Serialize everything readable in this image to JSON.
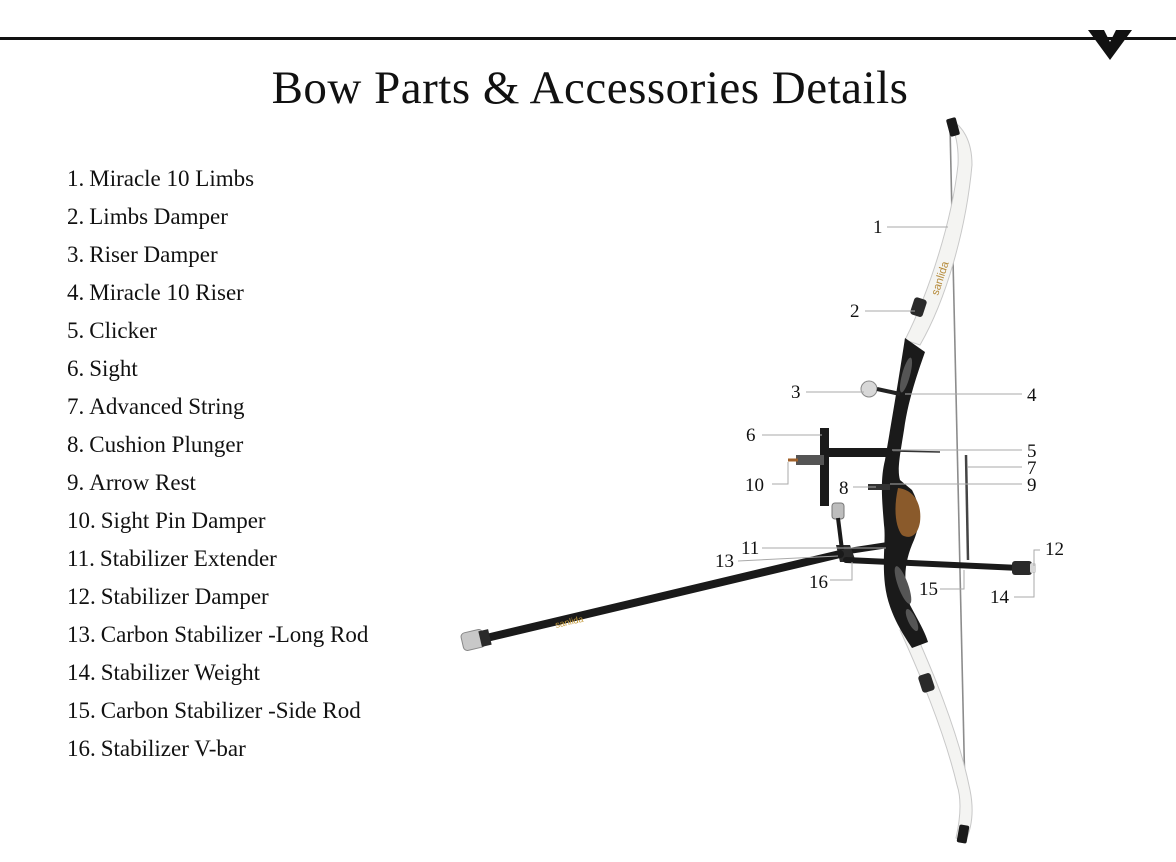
{
  "title": "Bow Parts & Accessories Details",
  "parts": [
    {
      "num": "1.",
      "name": "Miracle 10 Limbs"
    },
    {
      "num": "2.",
      "name": "Limbs Damper"
    },
    {
      "num": "3.",
      "name": "Riser Damper"
    },
    {
      "num": "4.",
      "name": "Miracle 10 Riser"
    },
    {
      "num": "5.",
      "name": "Clicker"
    },
    {
      "num": "6.",
      "name": "Sight"
    },
    {
      "num": "7.",
      "name": "Advanced String"
    },
    {
      "num": "8.",
      "name": "Cushion Plunger"
    },
    {
      "num": "9.",
      "name": "Arrow Rest"
    },
    {
      "num": "10.",
      "name": "Sight Pin Damper"
    },
    {
      "num": "11.",
      "name": "Stabilizer Extender"
    },
    {
      "num": "12.",
      "name": "Stabilizer Damper"
    },
    {
      "num": "13.",
      "name": "Carbon Stabilizer -Long Rod"
    },
    {
      "num": "14.",
      "name": "Stabilizer Weight"
    },
    {
      "num": "15.",
      "name": "Carbon Stabilizer -Side Rod"
    },
    {
      "num": "16.",
      "name": "Stabilizer V-bar"
    }
  ],
  "callouts": [
    "1",
    "2",
    "3",
    "4",
    "5",
    "6",
    "7",
    "8",
    "9",
    "10",
    "11",
    "12",
    "13",
    "14",
    "15",
    "16"
  ],
  "product_marks": {
    "limb_brand": "sanlida",
    "rod_brand": "sanlida"
  },
  "colors": {
    "ink": "#111111",
    "leader": "#aaaaaa",
    "limb_white": "#f4f4f2",
    "riser_black": "#1a1a1a",
    "grip_brown": "#8a5a2b"
  },
  "icons": {
    "corner": "chevron-down-icon"
  }
}
